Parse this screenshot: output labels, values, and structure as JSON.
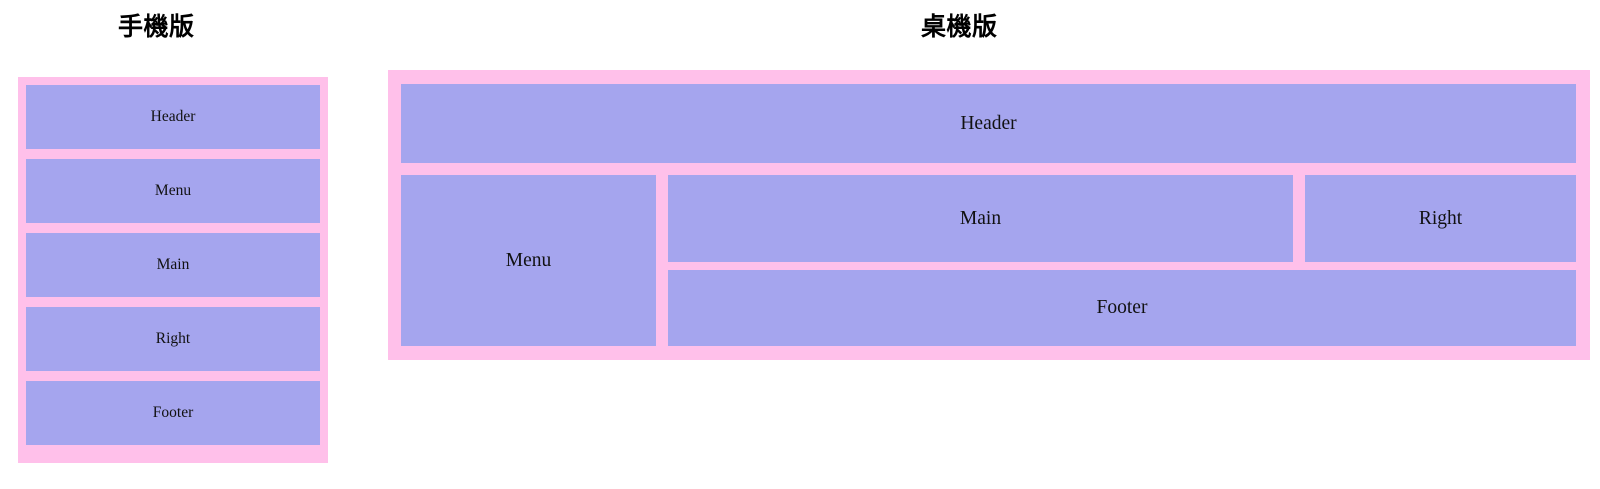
{
  "page": {
    "background_color": "#ffffff",
    "panel_border_color": "#ffc0ea",
    "block_fill_color": "#a5a5ee",
    "text_color": "#111111"
  },
  "mobile": {
    "heading": "手機版",
    "blocks": [
      {
        "label": "Header"
      },
      {
        "label": "Menu"
      },
      {
        "label": "Main"
      },
      {
        "label": "Right"
      },
      {
        "label": "Footer"
      }
    ]
  },
  "desktop": {
    "heading": "桌機版",
    "blocks": [
      {
        "label": "Header"
      },
      {
        "label": "Menu"
      },
      {
        "label": "Main"
      },
      {
        "label": "Right"
      },
      {
        "label": "Footer"
      }
    ]
  }
}
